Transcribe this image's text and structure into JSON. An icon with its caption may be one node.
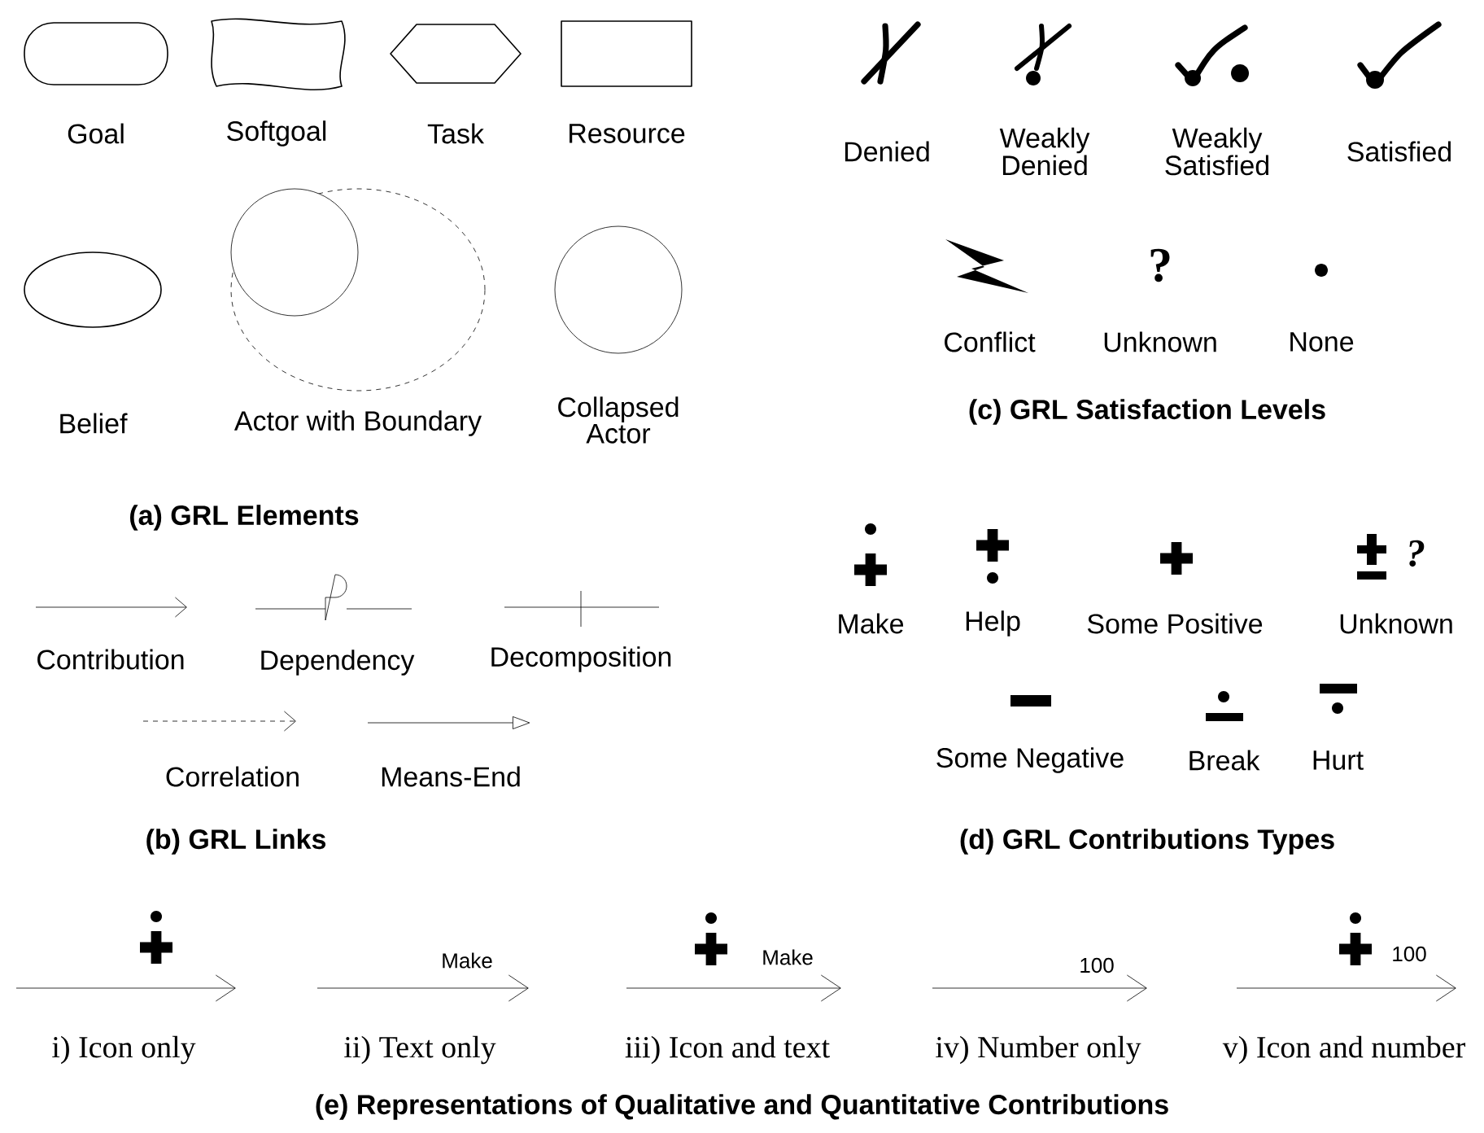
{
  "diagram": {
    "nodes": [
      {
        "text": [
          "Goal"
        ]
      },
      {
        "text": [
          "Softgoal"
        ]
      },
      {
        "text": [
          "Task"
        ]
      },
      {
        "text": [
          "Resource"
        ]
      },
      {
        "text": [
          "Belief"
        ]
      },
      {
        "text": [
          "Actor with Boundary"
        ]
      },
      {
        "text": [
          "Collapsed Actor"
        ]
      }
    ],
    "labels": [
      "Denied",
      "Weakly Denied",
      "Weakly Satisfied",
      "Satisfied",
      "?",
      "Conflict",
      "Unknown",
      "None",
      "(c) GRL Satisfaction Levels",
      "(a) GRL Elements",
      "?",
      "Make",
      "Help",
      "Some Positive",
      "Unknown",
      "Contribution",
      "Dependency",
      "Decomposition",
      "Correlation",
      "Means-End",
      "Some Negative",
      "Break",
      "Hurt",
      "(b) GRL Links",
      "(d) GRL Contributions Types",
      "Make",
      "Make",
      "100",
      "100",
      "i) Icon only",
      "ii) Text only",
      "iii) Icon and text",
      "iv) Number only",
      "v) Icon and number",
      "(e) Representations of Qualitative and Quantitative Contributions"
    ]
  }
}
